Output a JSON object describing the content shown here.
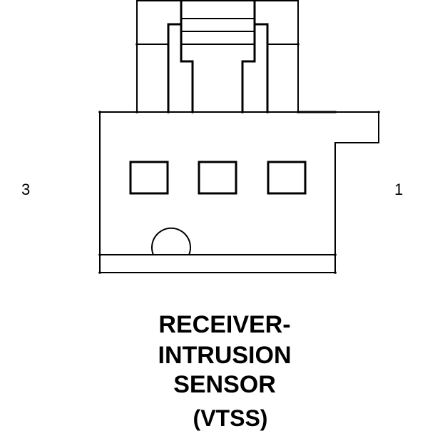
{
  "diagram": {
    "pins": {
      "left": "3",
      "right": "1"
    },
    "caption": {
      "line1": "RECEIVER-",
      "line2": "INTRUSION",
      "line3": "SENSOR",
      "line4": "(VTSS)"
    }
  }
}
